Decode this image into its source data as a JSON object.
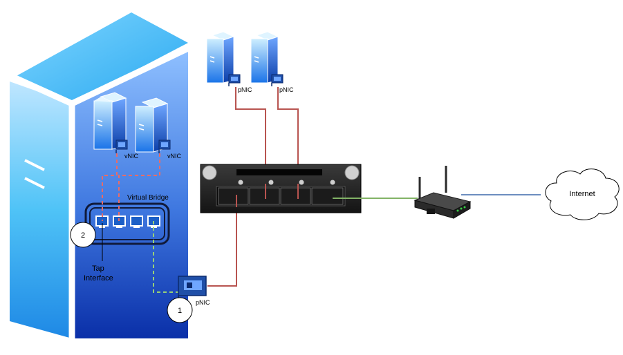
{
  "labels": {
    "vnic_left": "vNIC",
    "vnic_right": "vNIC",
    "pnic_top_left": "pNIC",
    "pnic_top_right": "pNIC",
    "pnic_host": "pNIC",
    "virtual_bridge": "Virtual Bridge",
    "tap_interface_line1": "Tap",
    "tap_interface_line2": "Interface",
    "internet": "Internet",
    "callout_1": "1",
    "callout_2": "2"
  },
  "colors": {
    "link_red": "#b85450",
    "link_green": "#82b366",
    "link_blue": "#6c8ebf",
    "virtual_red": "#ea6b66",
    "virtual_green": "#97d077"
  }
}
